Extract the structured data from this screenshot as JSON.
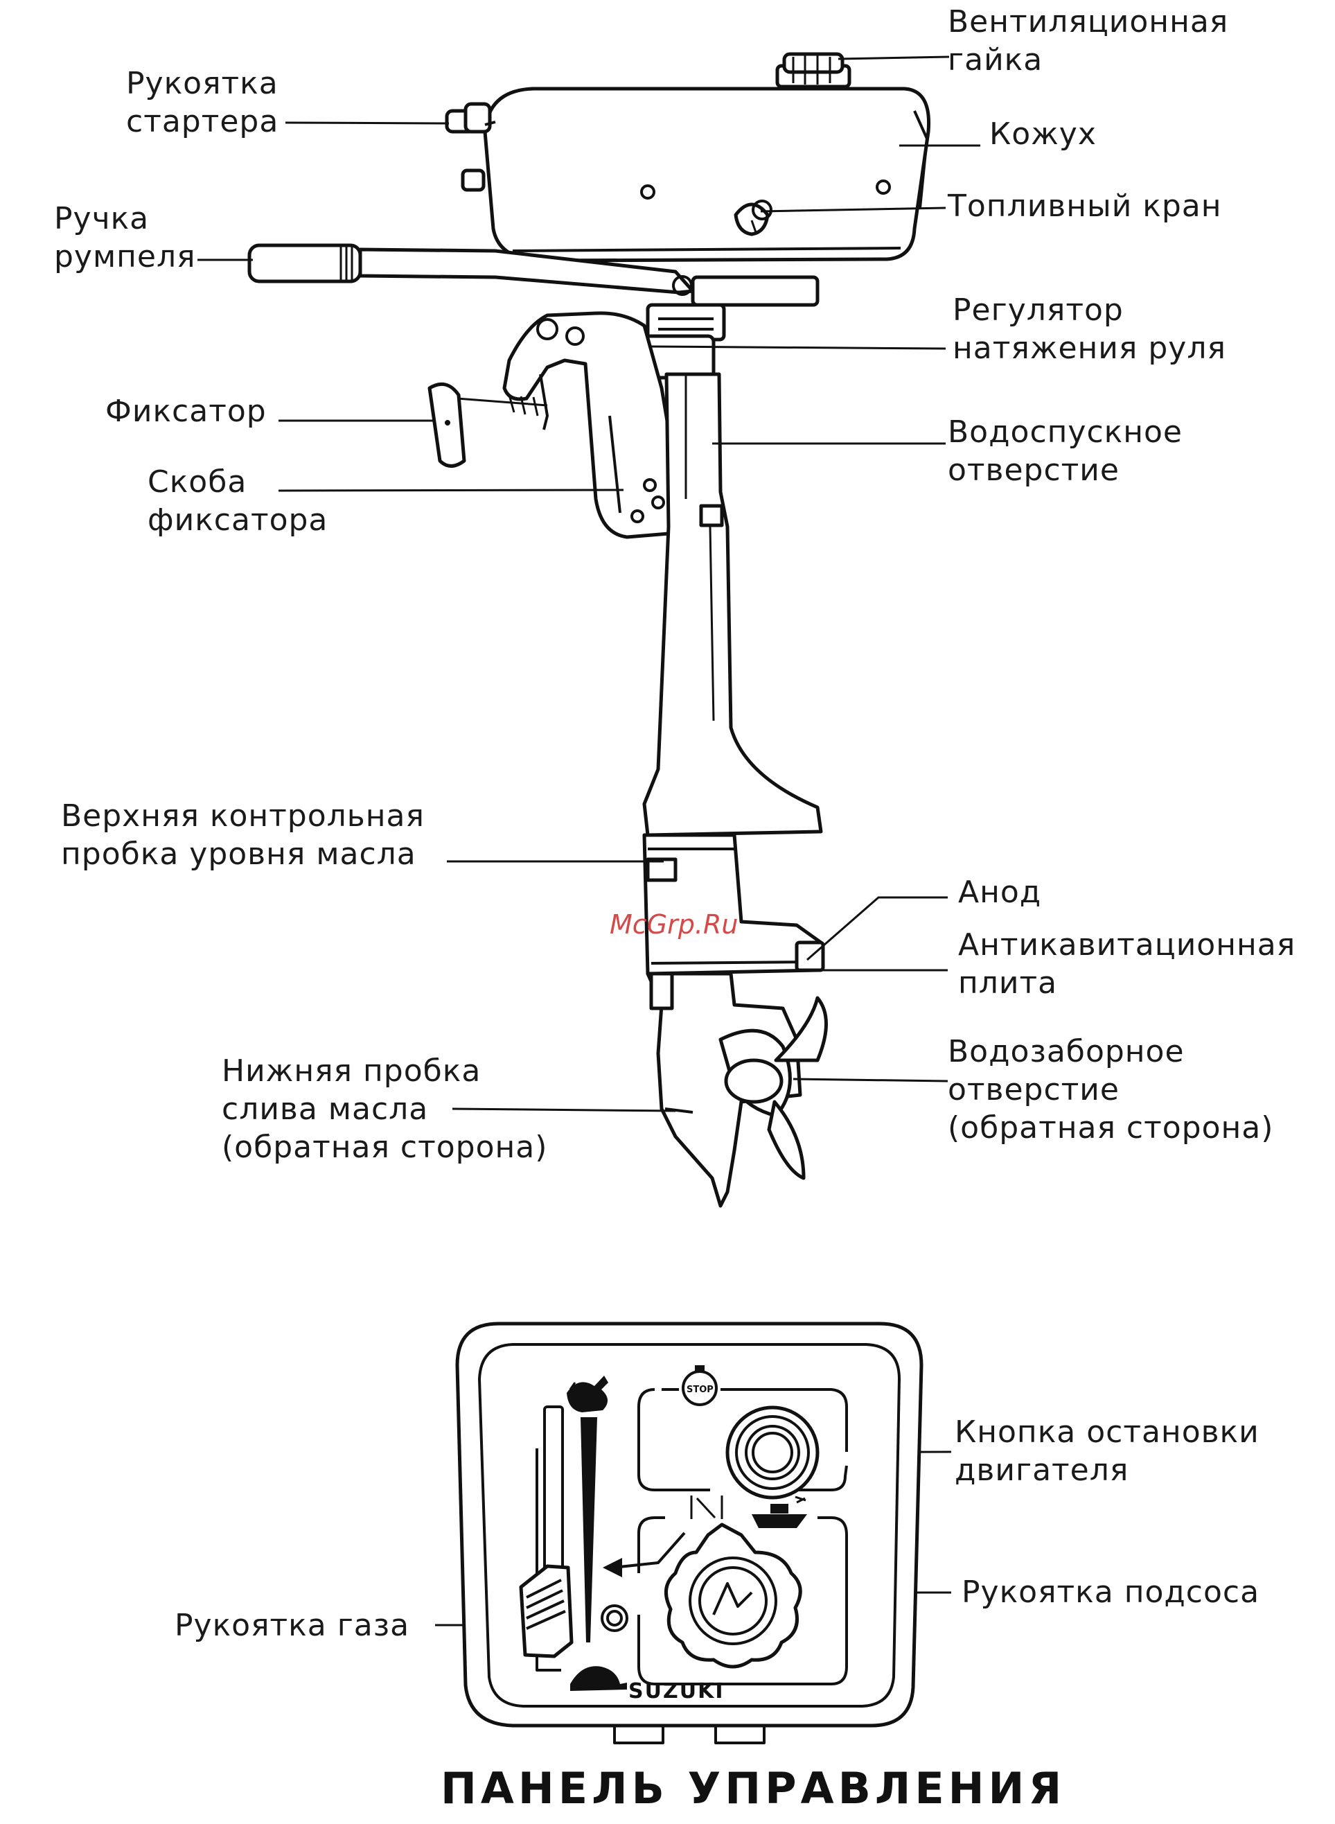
{
  "labels": {
    "vent_screw": [
      "Вентиляционная",
      "гайка"
    ],
    "starter_handle": [
      "Рукоятка",
      "стартера"
    ],
    "cowling": [
      "Кожух"
    ],
    "fuel_cock": [
      "Топливный кран"
    ],
    "tiller_handle": [
      "Ручка",
      "румпеля"
    ],
    "steering_adjuster": [
      "Регулятор",
      "натяжения руля"
    ],
    "clamp_screw": [
      "Фиксатор"
    ],
    "water_drain": [
      "Водоспускное",
      "отверстие"
    ],
    "clamp_bracket": [
      "Скоба",
      "фиксатора"
    ],
    "oil_level_plug": [
      "Верхняя контрольная",
      "пробка уровня масла"
    ],
    "anode": [
      "Анод"
    ],
    "anti_cavitation": [
      "Антикавитационная",
      "плита"
    ],
    "water_intake": [
      "Водозаборное",
      "отверстие",
      "(обратная сторона)"
    ],
    "oil_drain_plug": [
      "Нижняя пробка",
      "слива масла",
      "(обратная сторона)"
    ],
    "stop_button": [
      "Кнопка остановки",
      "двигателя"
    ],
    "choke_knob": [
      "Рукоятка подсоса"
    ],
    "throttle_grip": [
      "Рукоятка газа"
    ]
  },
  "panel": {
    "title": "ПАНЕЛЬ УПРАВЛЕНИЯ",
    "brand": "SUZUKI",
    "stop_icon_text": "STOP"
  },
  "watermark": "McGrp.Ru"
}
